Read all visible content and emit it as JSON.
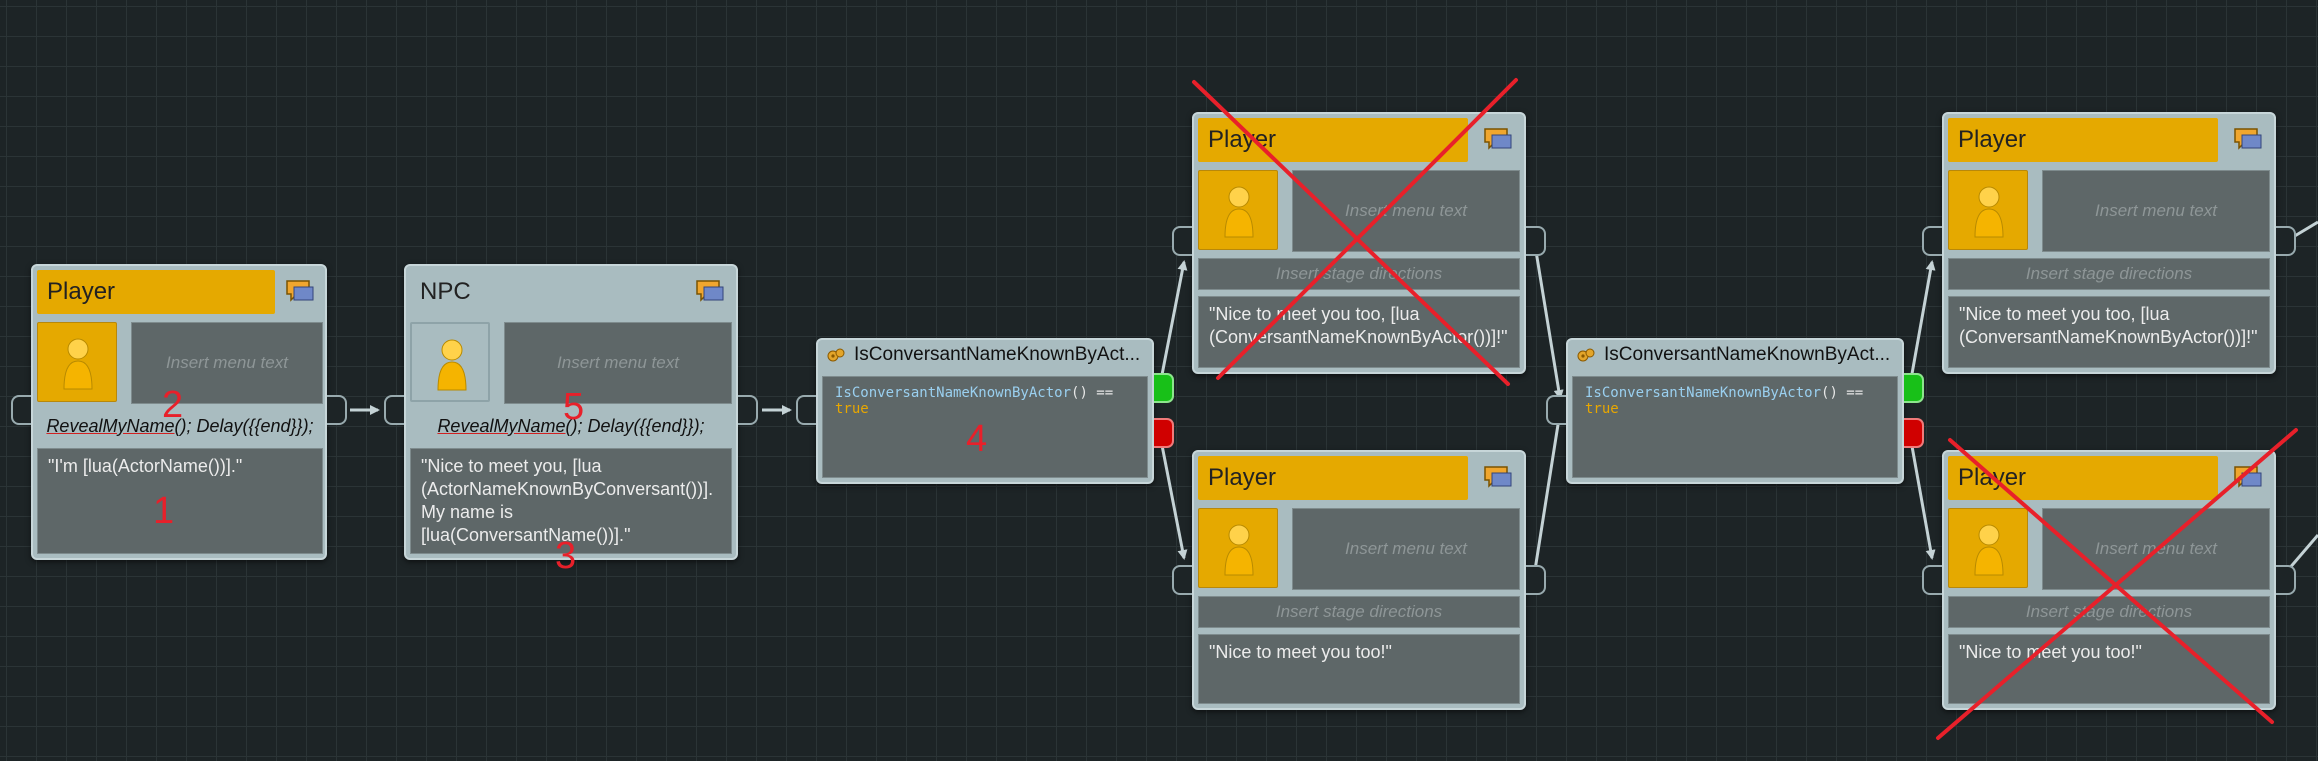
{
  "nodes": {
    "n1": {
      "actor": "Player",
      "menu_placeholder": "Insert menu text",
      "script_fn": "RevealMyName",
      "script_rest": "(); Delay({{end}});",
      "dialogue": "\"I'm [lua(ActorName())].\""
    },
    "n2": {
      "actor": "NPC",
      "menu_placeholder": "Insert menu text",
      "script_fn": "RevealMyName",
      "script_rest": "(); Delay({{end}});",
      "dialogue_l1": "\"Nice to meet you, [lua",
      "dialogue_l2": "(ActorNameKnownByConversant())].",
      "dialogue_l3": "My name is [lua(ConversantName())].\""
    },
    "c1": {
      "title": "IsConversantNameKnownByAct...",
      "code_fn": "IsConversantNameKnownByActor",
      "code_op": "() ==",
      "code_kw": "true"
    },
    "n3": {
      "actor": "Player",
      "menu_placeholder": "Insert menu text",
      "stage_placeholder": "Insert stage directions",
      "dialogue_l1": "\"Nice to meet you too, [lua",
      "dialogue_l2": "(ConversantNameKnownByActor())]!\""
    },
    "n4": {
      "actor": "Player",
      "menu_placeholder": "Insert menu text",
      "stage_placeholder": "Insert stage directions",
      "dialogue": "\"Nice to meet you too!\""
    },
    "c2": {
      "title": "IsConversantNameKnownByAct...",
      "code_fn": "IsConversantNameKnownByActor",
      "code_op": "() ==",
      "code_kw": "true"
    },
    "n5": {
      "actor": "Player",
      "menu_placeholder": "Insert menu text",
      "stage_placeholder": "Insert stage directions",
      "dialogue_l1": "\"Nice to meet you too, [lua",
      "dialogue_l2": "(ConversantNameKnownByActor())]!\""
    },
    "n6": {
      "actor": "Player",
      "menu_placeholder": "Insert menu text",
      "stage_placeholder": "Insert stage directions",
      "dialogue": "\"Nice to meet you too!\""
    }
  },
  "annotations": [
    "1",
    "2",
    "3",
    "4",
    "5"
  ],
  "icons": {
    "node": "speech-bubble-icon",
    "actor": "actor-figure-icon",
    "condition": "gear-icon",
    "annotation": "red-x-mark"
  },
  "colors": {
    "player_header": "#e5a900",
    "npc_header": "#a9bcc0",
    "true_port": "#18c018",
    "false_port": "#d00000",
    "annotation": "#e8202a"
  }
}
